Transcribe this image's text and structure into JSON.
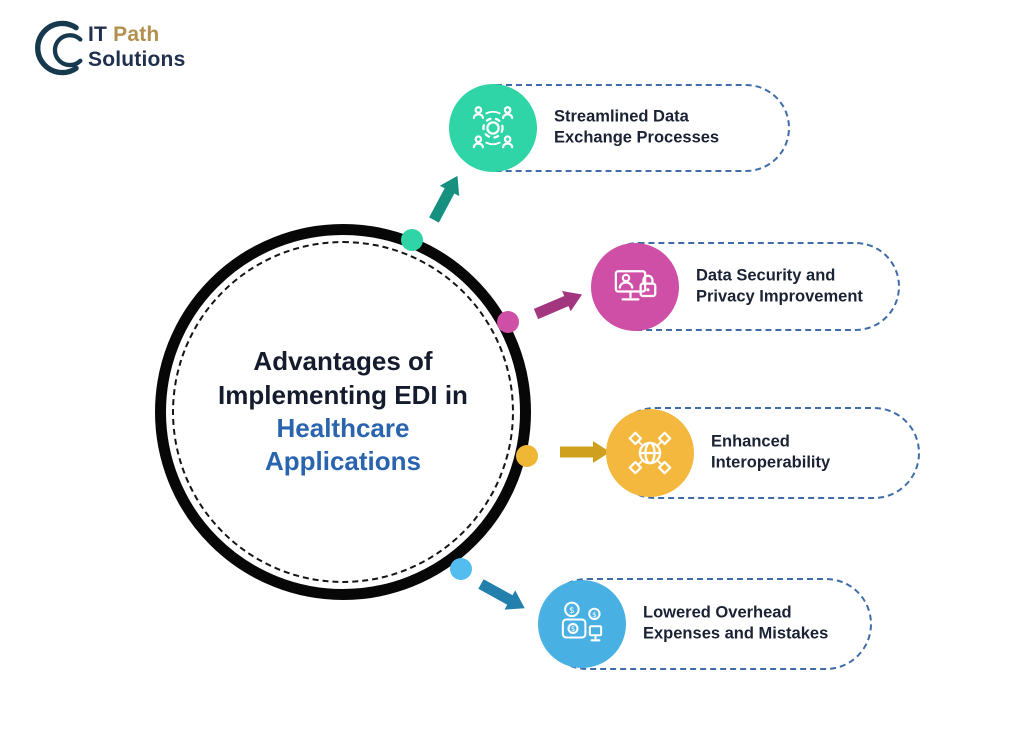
{
  "logo": {
    "it": "IT",
    "path": "Path",
    "solutions": "Solutions",
    "mark_color": "#16394e"
  },
  "center": {
    "line1": "Advantages of",
    "line2": "Implementing EDI in",
    "line3": "Healthcare",
    "line4": "Applications",
    "dark_color": "#141b2c",
    "accent_color": "#2a64ae"
  },
  "items": [
    {
      "label": "Streamlined Data\nExchange Processes",
      "icon": "people-gear-sync-icon",
      "circle_color": "#2fd5a6",
      "arrow_color": "#17917f",
      "dot_color": "#2fd5a6"
    },
    {
      "label": "Data Security and\nPrivacy Improvement",
      "icon": "monitor-lock-icon",
      "circle_color": "#cf4fa6",
      "arrow_color": "#a23780",
      "dot_color": "#cf4fa6"
    },
    {
      "label": "Enhanced\nInteroperability",
      "icon": "globe-network-icon",
      "circle_color": "#f4b83f",
      "arrow_color": "#cfa01d",
      "dot_color": "#f0b636"
    },
    {
      "label": "Lowered Overhead\nExpenses and Mistakes",
      "icon": "wallet-coins-icon",
      "circle_color": "#49b0e4",
      "arrow_color": "#2380ad",
      "dot_color": "#53bdf0"
    }
  ]
}
